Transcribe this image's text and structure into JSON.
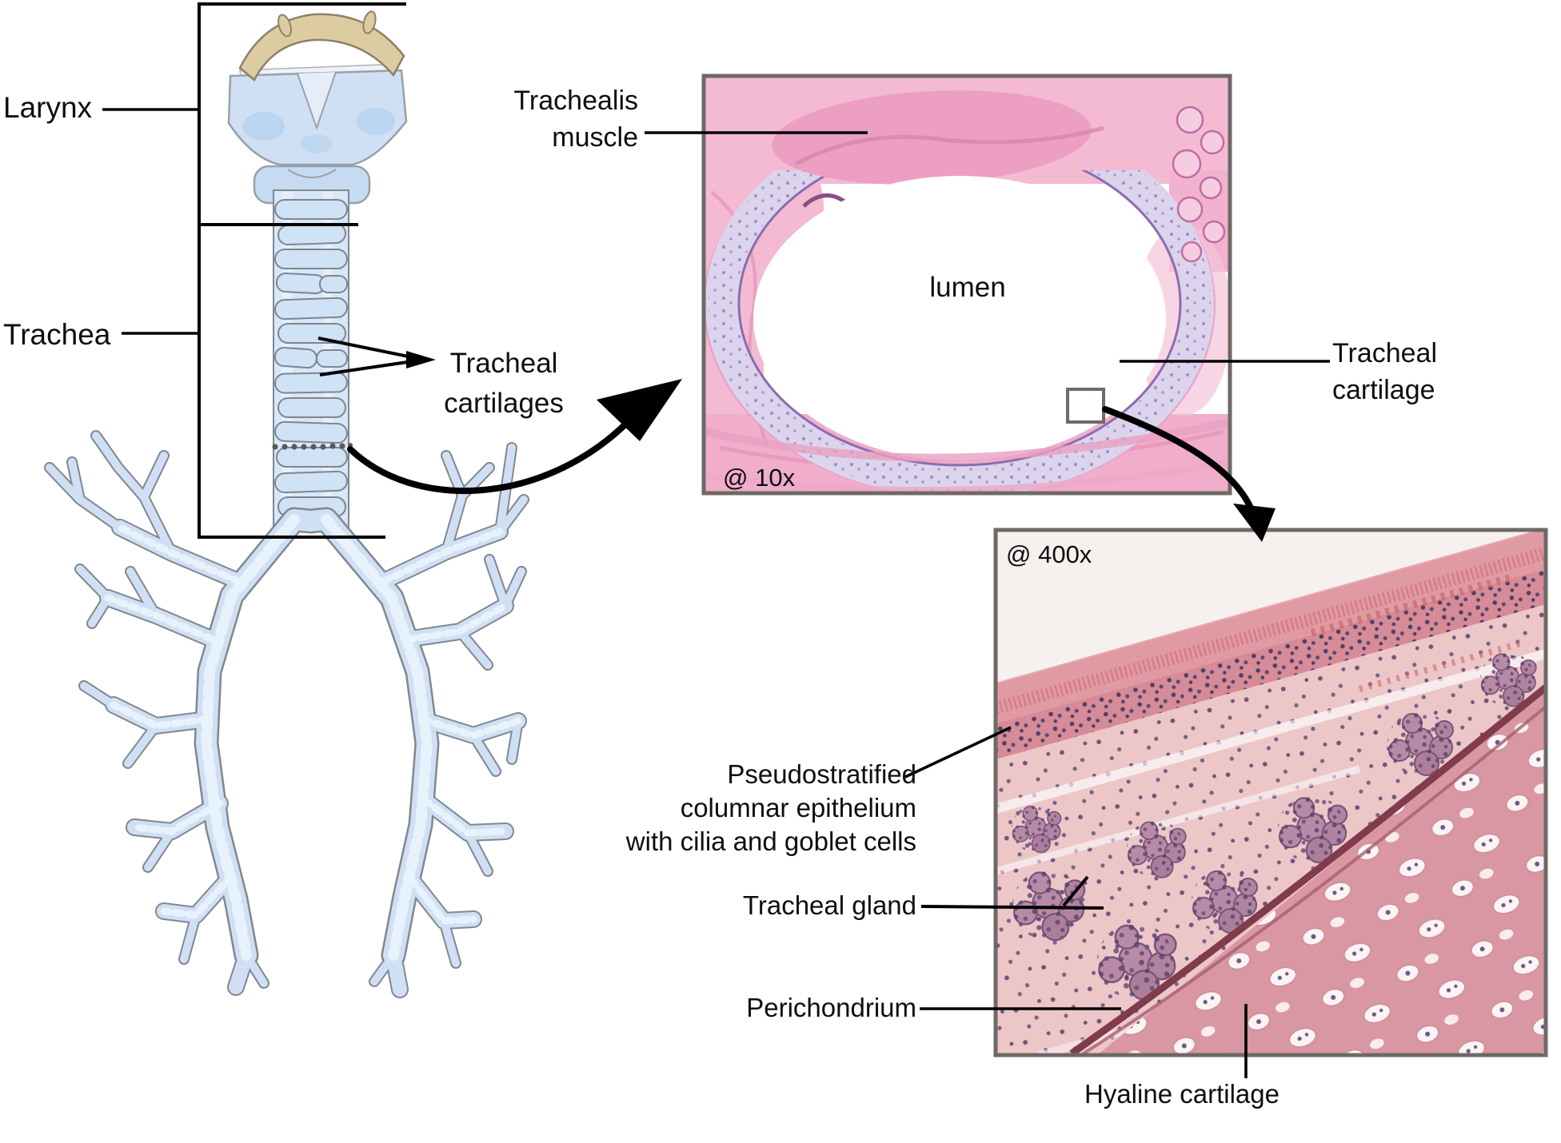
{
  "anatomy": {
    "larynx": "Larynx",
    "trachea": "Trachea",
    "tracheal_cartilages_1": "Tracheal",
    "tracheal_cartilages_2": "cartilages"
  },
  "micro10x": {
    "magnification": "@ 10x",
    "lumen": "lumen",
    "trachealis_1": "Trachealis",
    "trachealis_2": "muscle",
    "tracheal_cartilage_1": "Tracheal",
    "tracheal_cartilage_2": "cartilage"
  },
  "micro400x": {
    "magnification": "@ 400x",
    "pseudostratified_1": "Pseudostratified",
    "pseudostratified_2": "columnar epithelium",
    "pseudostratified_3": "with cilia and goblet cells",
    "tracheal_gland": "Tracheal gland",
    "perichondrium": "Perichondrium",
    "hyaline_cartilage": "Hyaline cartilage"
  },
  "colors": {
    "illustration_blue": "#cfe0f4",
    "illustration_outline": "#82878f",
    "hyoid_tan": "#ddcca2",
    "histology_pink": "#f3bad2",
    "cartilage_ring_lavender": "#dbd4ec",
    "histology_400_base": "#edc6c8",
    "hyaline_cartilage_pink": "#d897a2",
    "frame_gray": "#6e6966",
    "annotation_black": "#000000"
  }
}
